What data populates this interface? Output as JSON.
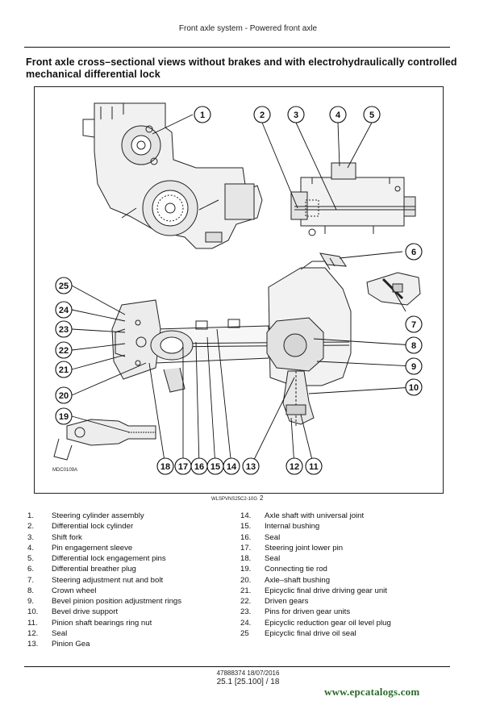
{
  "header": {
    "title": "Front axle system - Powered front axle"
  },
  "section": {
    "title": "Front axle cross–sectional views without brakes and with electrohydraulically controlled mechanical differential lock"
  },
  "figure": {
    "small_code": "MDC0109A",
    "code": "WLSPVNS25C2-10G",
    "number": "2",
    "callouts": [
      "1",
      "2",
      "3",
      "4",
      "5",
      "6",
      "7",
      "8",
      "9",
      "10",
      "11",
      "12",
      "13",
      "14",
      "15",
      "16",
      "17",
      "18",
      "19",
      "20",
      "21",
      "22",
      "23",
      "24",
      "25"
    ]
  },
  "legend": {
    "left": [
      {
        "num": "1.",
        "text": "Steering cylinder assembly"
      },
      {
        "num": "2.",
        "text": "Differential lock cylinder"
      },
      {
        "num": "3.",
        "text": "Shift fork"
      },
      {
        "num": "4.",
        "text": "Pin engagement sleeve"
      },
      {
        "num": "5.",
        "text": "Differential lock engagement pins"
      },
      {
        "num": "6.",
        "text": "Differential breather plug"
      },
      {
        "num": "7.",
        "text": "Steering adjustment nut and bolt"
      },
      {
        "num": "8.",
        "text": "Crown wheel"
      },
      {
        "num": "9.",
        "text": "Bevel pinion position adjustment rings"
      },
      {
        "num": "10.",
        "text": "Bevel drive support"
      },
      {
        "num": "11.",
        "text": "Pinion shaft bearings ring nut"
      },
      {
        "num": "12.",
        "text": "Seal"
      },
      {
        "num": "13.",
        "text": "Pinion Gea"
      }
    ],
    "right": [
      {
        "num": "14.",
        "text": "Axle shaft with universal joint"
      },
      {
        "num": "15.",
        "text": "Internal bushing"
      },
      {
        "num": "16.",
        "text": "Seal"
      },
      {
        "num": "17.",
        "text": "Steering joint lower pin"
      },
      {
        "num": "18.",
        "text": "Seal"
      },
      {
        "num": "19.",
        "text": "Connecting tie rod"
      },
      {
        "num": "20.",
        "text": "Axle–shaft bushing"
      },
      {
        "num": "21.",
        "text": "Epicyclic final drive driving gear unit"
      },
      {
        "num": "22.",
        "text": "Driven gears"
      },
      {
        "num": "23.",
        "text": "Pins for driven gear units"
      },
      {
        "num": "24.",
        "text": "Epicyclic reduction gear oil level plug"
      },
      {
        "num": "25",
        "text": "Epicyclic final drive oil seal"
      }
    ]
  },
  "footer": {
    "doc_ref": "47888374 18/07/2016",
    "page_ref": "25.1 [25.100] / 18"
  },
  "watermark": {
    "text": "www.epcatalogs.com",
    "color": "#2b6a2b"
  }
}
